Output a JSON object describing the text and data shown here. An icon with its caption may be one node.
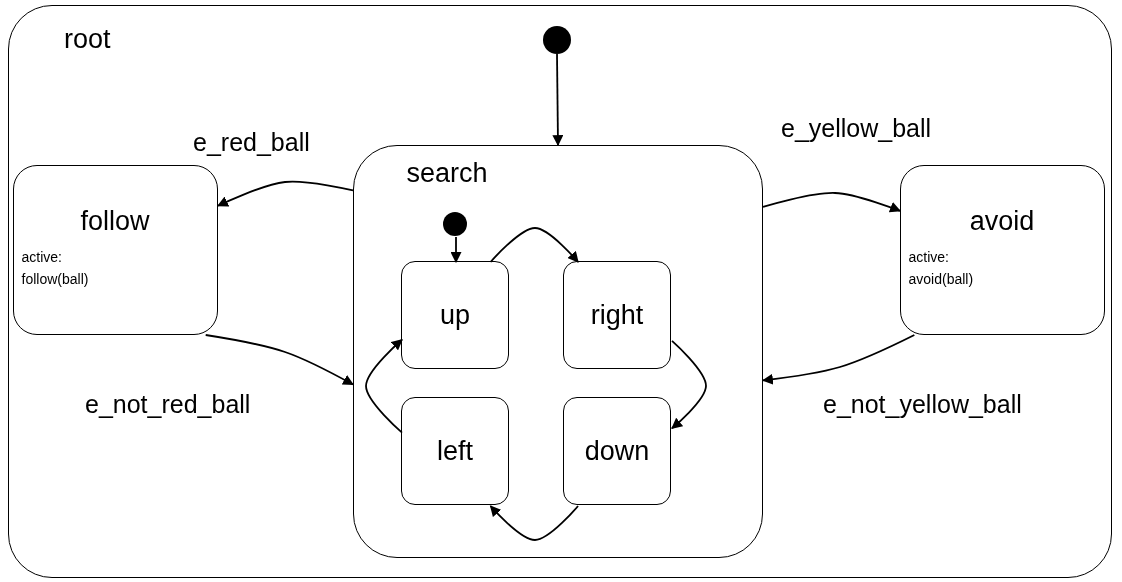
{
  "diagram": {
    "nodes": [
      {
        "text": [
          "root"
        ]
      },
      {
        "text": [],
        "shape": "circle",
        "in": 0
      },
      {
        "text": [
          "follow",
          "active: follow(ball)"
        ],
        "in": 0
      },
      {
        "text": [
          "search"
        ],
        "in": 0
      },
      {
        "text": [],
        "shape": "circle",
        "in": 3
      },
      {
        "text": [
          "up"
        ],
        "in": 3
      },
      {
        "text": [
          "right"
        ],
        "in": 3
      },
      {
        "text": [
          "left"
        ],
        "in": 3
      },
      {
        "text": [
          "down"
        ],
        "in": 3
      },
      {
        "text": [
          "avoid",
          "active: avoid(ball)"
        ],
        "in": 0
      }
    ],
    "edges": [
      {
        "from": 1,
        "to": 3,
        "arrow": "to"
      },
      {
        "from": 3,
        "to": 2,
        "arrow": "to",
        "label": "e_red_ball"
      },
      {
        "from": 2,
        "to": 3,
        "arrow": "to",
        "label": "e_not_red_ball"
      },
      {
        "from": 3,
        "to": 9,
        "arrow": "to",
        "label": "e_yellow_ball"
      },
      {
        "from": 9,
        "to": 3,
        "arrow": "to",
        "label": "e_not_yellow_ball"
      },
      {
        "from": 4,
        "to": 5,
        "arrow": "to"
      },
      {
        "from": 5,
        "to": 6,
        "arrow": "to"
      },
      {
        "from": 6,
        "to": 8,
        "arrow": "to"
      },
      {
        "from": 8,
        "to": 7,
        "arrow": "to"
      },
      {
        "from": 7,
        "to": 5,
        "arrow": "to"
      }
    ]
  }
}
